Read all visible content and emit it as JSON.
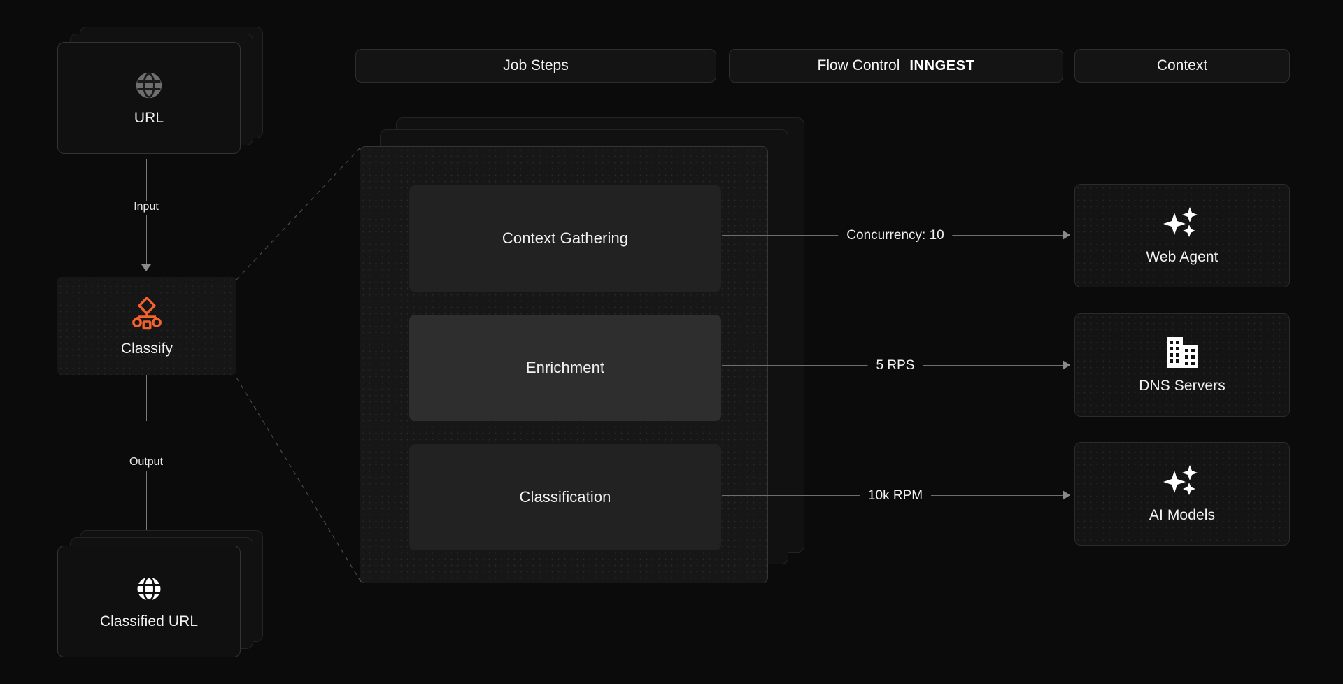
{
  "header": {
    "tabs": [
      {
        "label": "Job Steps",
        "icon": ""
      },
      {
        "label": "Flow Control",
        "brand": "INNGEST"
      },
      {
        "label": "Context",
        "icon": ""
      }
    ]
  },
  "left_flow": {
    "input_node": {
      "label": "URL",
      "icon": "globe-icon",
      "stacked": true
    },
    "input_edge_label": "Input",
    "process_node": {
      "label": "Classify",
      "icon": "classify-tree-icon",
      "accent": "#F4622E"
    },
    "output_edge_label": "Output",
    "output_node": {
      "label": "Classified URL",
      "icon": "globe-icon",
      "stacked": true
    }
  },
  "job_steps": {
    "steps": [
      {
        "label": "Context Gathering",
        "highlighted": false
      },
      {
        "label": "Enrichment",
        "highlighted": true
      },
      {
        "label": "Classification",
        "highlighted": false
      }
    ]
  },
  "flow_control": {
    "edges": [
      {
        "label": "Concurrency: 10"
      },
      {
        "label": "5 RPS"
      },
      {
        "label": "10k RPM"
      }
    ]
  },
  "context": {
    "cards": [
      {
        "label": "Web Agent",
        "icon": "sparkles-icon"
      },
      {
        "label": "DNS Servers",
        "icon": "building-icon"
      },
      {
        "label": "AI Models",
        "icon": "sparkles-icon"
      }
    ]
  },
  "colors": {
    "background": "#0b0b0b",
    "card": "#141414",
    "card_border": "#2b2b2b",
    "step": "#222222",
    "step_highlighted": "#2e2e2e",
    "accent_orange": "#F4622E",
    "text": "#f2f2f2",
    "line": "#6e6e6e"
  }
}
